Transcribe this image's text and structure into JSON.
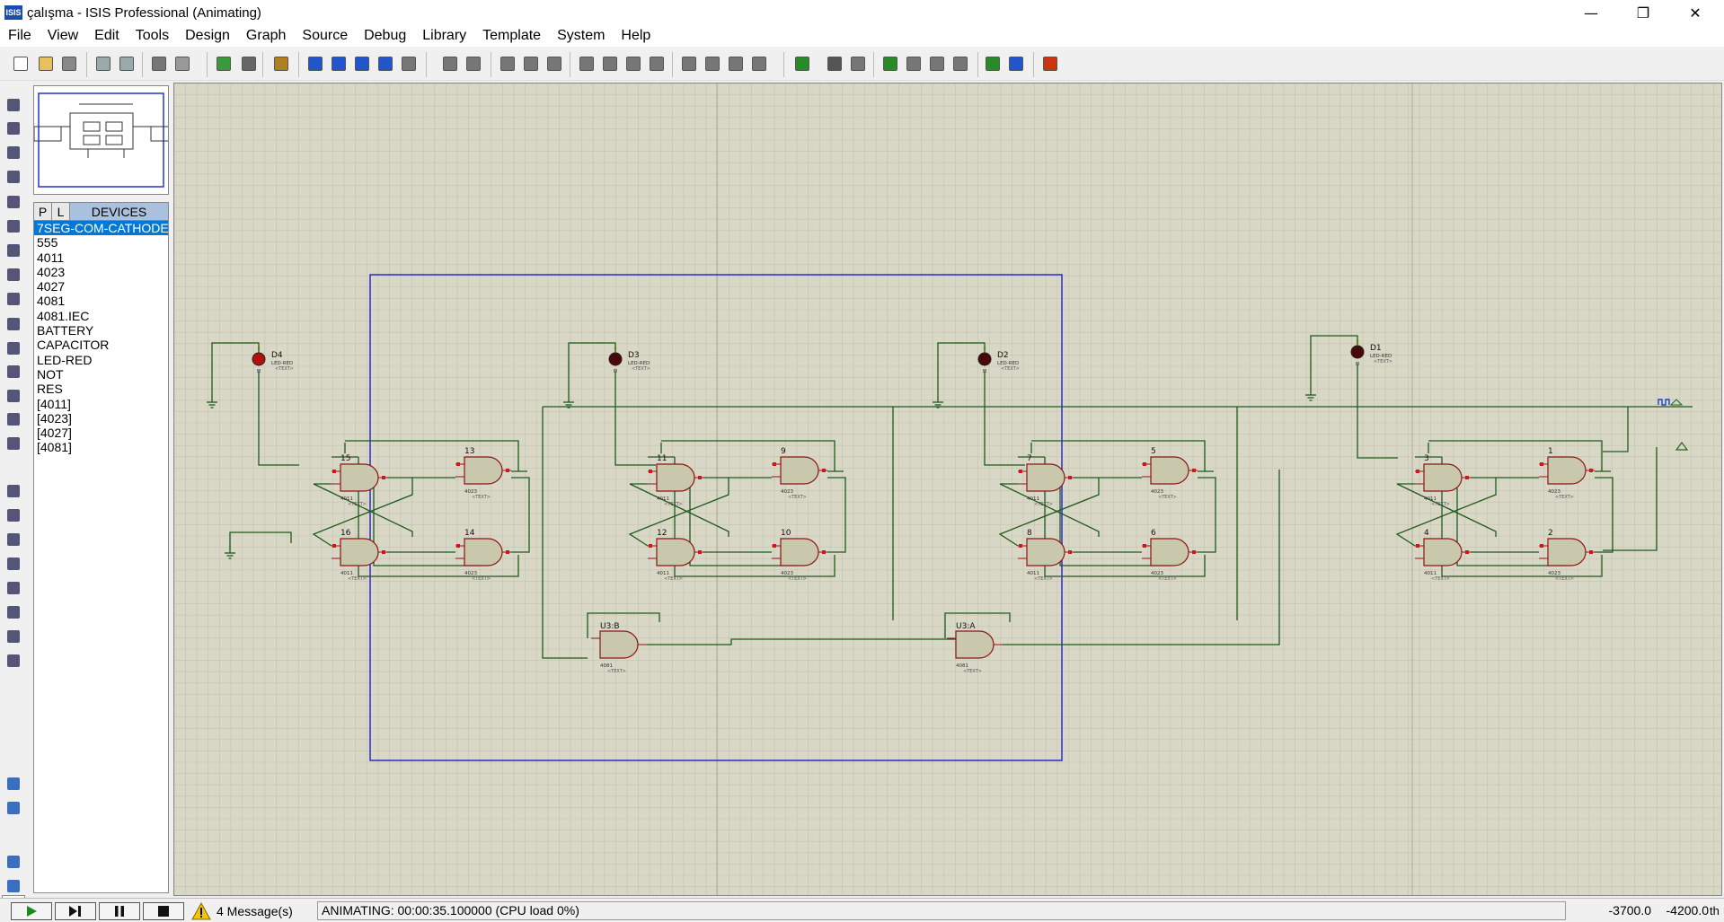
{
  "window": {
    "icon_text": "ISIS",
    "title": "çalışma - ISIS Professional (Animating)"
  },
  "menu": [
    "File",
    "View",
    "Edit",
    "Tools",
    "Design",
    "Graph",
    "Source",
    "Debug",
    "Library",
    "Template",
    "System",
    "Help"
  ],
  "devices": {
    "tab_p": "P",
    "tab_l": "L",
    "title": "DEVICES",
    "items": [
      "7SEG-COM-CATHODE",
      "555",
      "4011",
      "4023",
      "4027",
      "4081",
      "4081.IEC",
      "BATTERY",
      "CAPACITOR",
      "LED-RED",
      "NOT",
      "RES",
      "[4011]",
      "[4023]",
      "[4027]",
      "[4081]"
    ],
    "selected_index": 0
  },
  "rotation": "0°",
  "status": {
    "messages": "4 Message(s)",
    "animating": "ANIMATING: 00:00:35.100000 (CPU load 0%)",
    "coord_x": "-3700.0",
    "coord_y": "-4200.0",
    "unit": "th"
  },
  "schematic": {
    "leds": [
      {
        "ref": "D4",
        "part": "LED-RED",
        "text": "<TEXT>",
        "lit": true
      },
      {
        "ref": "D3",
        "part": "LED-RED",
        "text": "<TEXT>",
        "lit": false
      },
      {
        "ref": "D2",
        "part": "LED-RED",
        "text": "<TEXT>",
        "lit": false
      },
      {
        "ref": "D1",
        "part": "LED-RED",
        "text": "<TEXT>",
        "lit": false
      }
    ],
    "gate_ids": [
      [
        "15",
        "13",
        "16",
        "14"
      ],
      [
        "11",
        "9",
        "12",
        "10"
      ],
      [
        "7",
        "5",
        "8",
        "6"
      ],
      [
        "3",
        "1",
        "4",
        "2"
      ]
    ],
    "gate_part_a": "4011",
    "gate_part_b": "4023",
    "gate_text": "<TEXT>",
    "and_gates": [
      {
        "ref": "U3:B",
        "part": "4081",
        "text": "<TEXT>"
      },
      {
        "ref": "U3:A",
        "part": "4081",
        "text": "<TEXT>"
      }
    ]
  }
}
